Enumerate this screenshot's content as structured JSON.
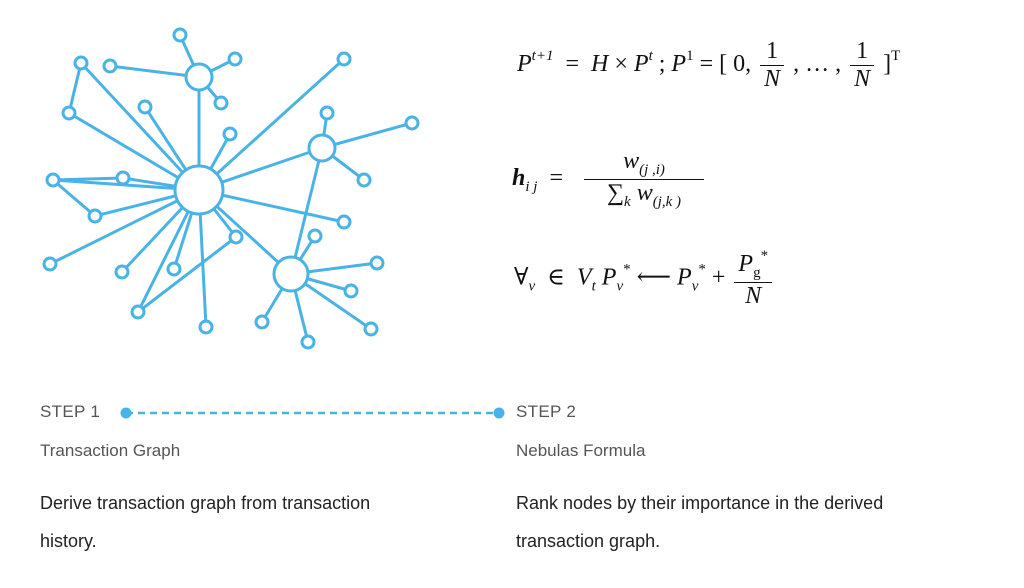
{
  "diagram": {
    "accent_color": "#4ab3e6",
    "graph_icon": "transaction-network-graph"
  },
  "formulas": {
    "f1": {
      "lhs_base": "P",
      "lhs_sup": "t+1",
      "eq": "=",
      "H": "H",
      "times": "×",
      "P": "P",
      "P_sup": "t",
      "semi": ";",
      "P1": "P",
      "P1_sup": "1",
      "eq2": "=",
      "open": "[ 0,",
      "frac_num": "1",
      "frac_den": "N",
      "ellipsis": ", … ,",
      "close": "]",
      "transpose": "T"
    },
    "f2": {
      "h": "h",
      "h_sub": "i j",
      "eq": "=",
      "num": "w",
      "num_sub": "(j ,i)",
      "sum": "∑",
      "sum_sub": "k",
      "den": "w",
      "den_sub": "(j,k )"
    },
    "f3": {
      "forall": "∀",
      "forall_sub": "v",
      "in": "∈",
      "V": "V",
      "V_sub": "t",
      "P": "P",
      "P_sub": "v",
      "P_sup": "*",
      "arrow": "⟵",
      "P2": "P",
      "P2_sub": "v",
      "P2_sup": "*",
      "plus": "+",
      "frac_num": "P",
      "frac_num_sub": "g",
      "frac_num_sup": "*",
      "frac_den": "N"
    }
  },
  "steps": [
    {
      "label": "STEP 1",
      "title": "Transaction Graph",
      "description": "Derive transaction graph from transaction history."
    },
    {
      "label": "STEP 2",
      "title": "Nebulas Formula",
      "description": "Rank nodes by their importance in the derived transaction graph."
    }
  ]
}
